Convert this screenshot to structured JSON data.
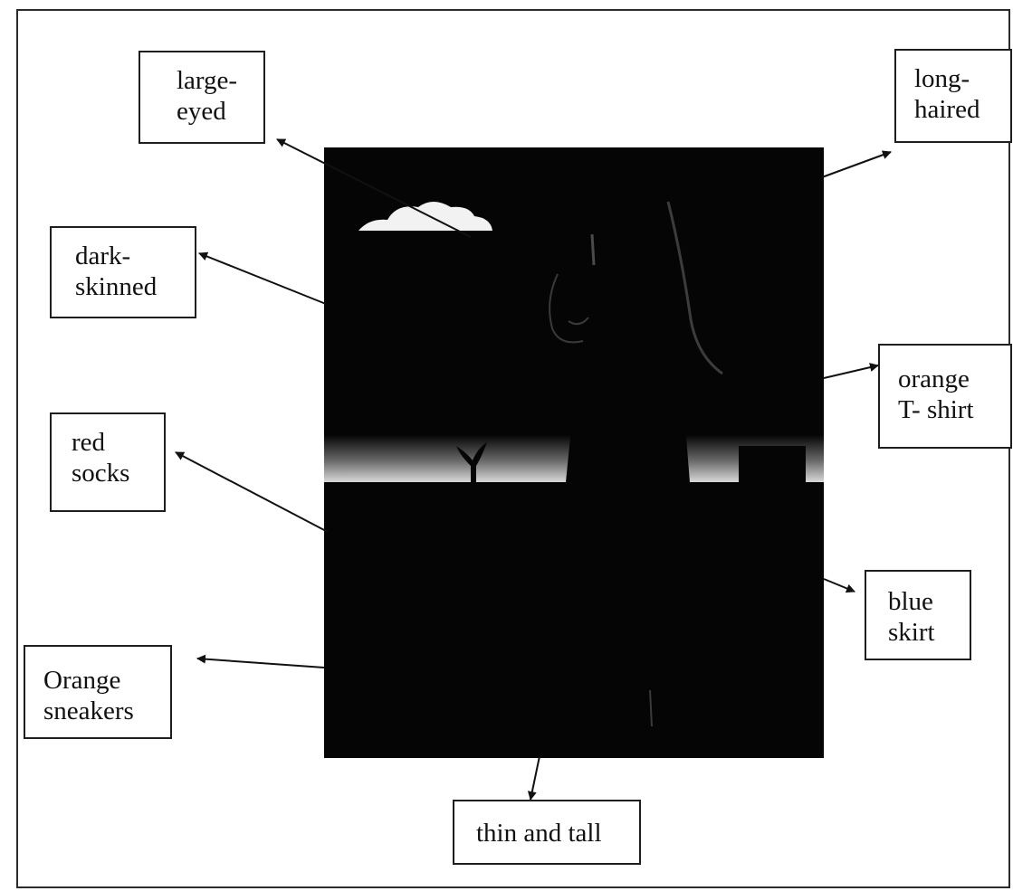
{
  "labels": {
    "large_eyed": [
      "large-",
      "eyed"
    ],
    "long_haired": [
      "long-",
      "haired"
    ],
    "dark_skinned": [
      "dark-",
      "skinned"
    ],
    "orange_tshirt": [
      "orange",
      "T- shirt"
    ],
    "red_socks": [
      "red",
      "socks"
    ],
    "blue_skirt": [
      "blue",
      "skirt"
    ],
    "orange_sneakers": [
      "Orange",
      "sneakers"
    ],
    "thin_and_tall": [
      "thin and tall"
    ]
  }
}
